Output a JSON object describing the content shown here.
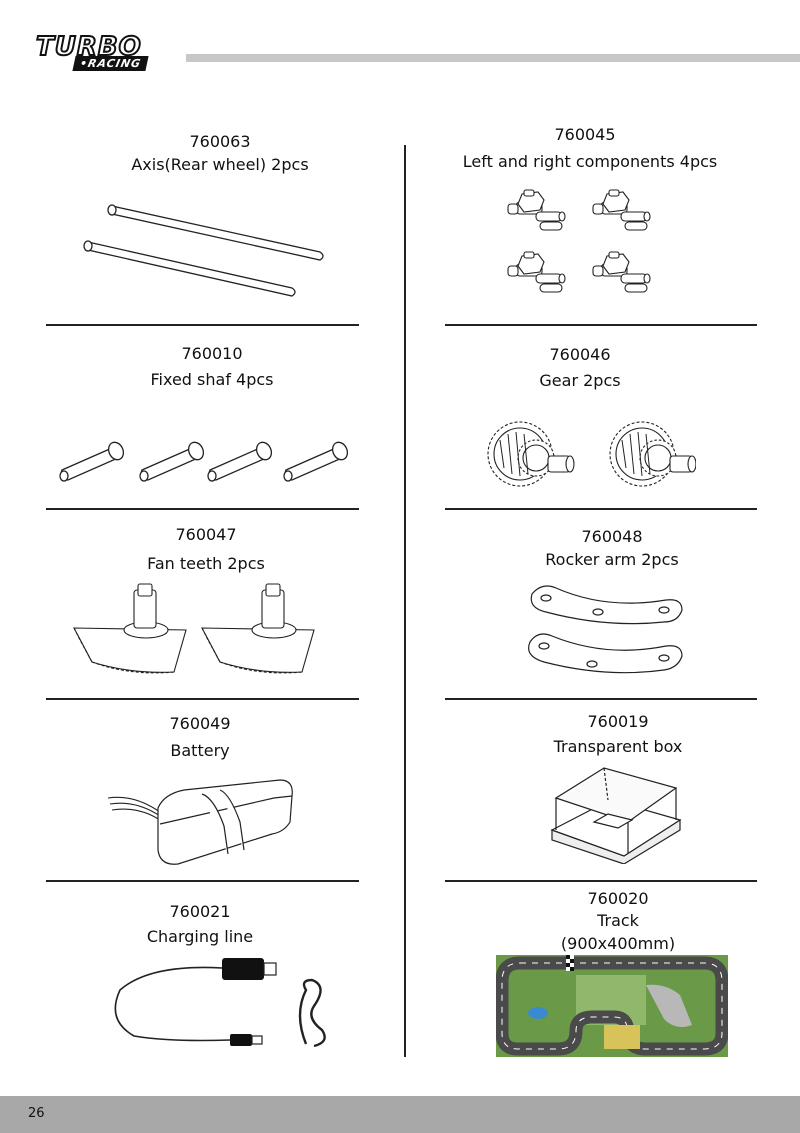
{
  "brand": {
    "logo_main": "TURBO",
    "logo_sub": "•RACING"
  },
  "parts": [
    {
      "code": "760063",
      "name": "Axis(Rear wheel) 2pcs"
    },
    {
      "code": "760045",
      "name": "Left and right components 4pcs"
    },
    {
      "code": "760010",
      "name": "Fixed shaf 4pcs"
    },
    {
      "code": "760046",
      "name": "Gear 2pcs"
    },
    {
      "code": "760047",
      "name": "Fan teeth 2pcs"
    },
    {
      "code": "760048",
      "name": "Rocker arm 2pcs"
    },
    {
      "code": "760049",
      "name": "Battery"
    },
    {
      "code": "760019",
      "name": "Transparent box"
    },
    {
      "code": "760021",
      "name": "Charging line"
    },
    {
      "code": "760020",
      "name": "Track",
      "size": "(900x400mm)"
    }
  ],
  "footer": {
    "page_number": "26"
  },
  "colors": {
    "header_bar": "#c8c8c8",
    "footer_bar": "#a8a8a8"
  }
}
